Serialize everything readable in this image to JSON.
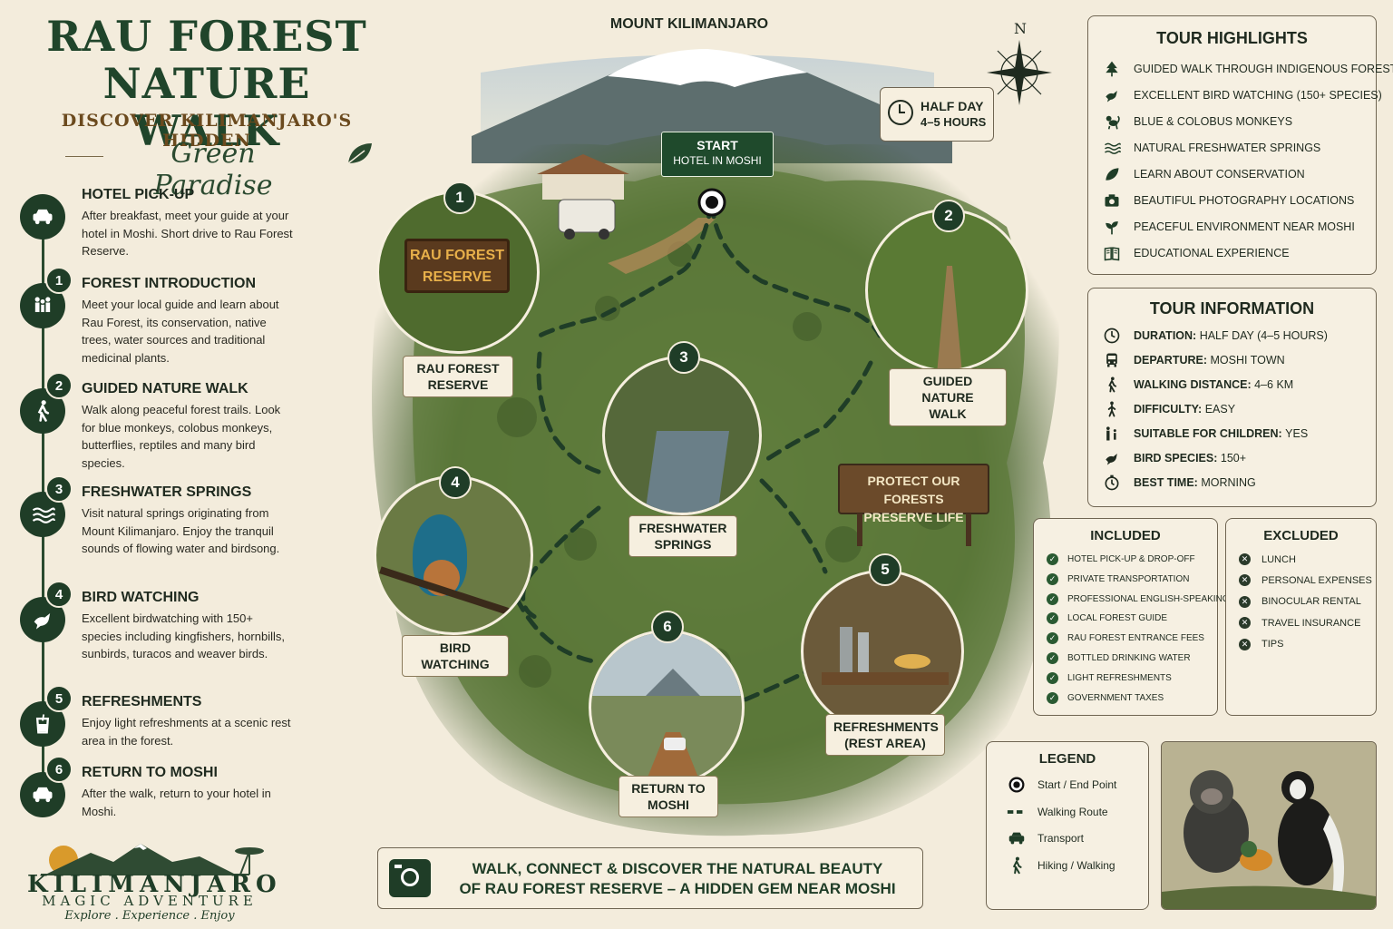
{
  "header": {
    "title_line1": "RAU FOREST",
    "title_line2": "NATURE WALK",
    "subtitle": "DISCOVER KILIMANJARO'S HIDDEN",
    "tagline": "Green Paradise"
  },
  "steps": [
    {
      "num": "",
      "title": "HOTEL PICK-UP",
      "desc": "After breakfast, meet your guide at your hotel in Moshi. Short drive to Rau Forest Reserve.",
      "icon": "car-icon"
    },
    {
      "num": "1",
      "title": "FOREST INTRODUCTION",
      "desc": "Meet your local guide and learn about Rau Forest, its conservation, native trees, water sources and traditional medicinal plants.",
      "icon": "people-icon"
    },
    {
      "num": "2",
      "title": "GUIDED NATURE WALK",
      "desc": "Walk along peaceful forest trails. Look for blue monkeys, colobus monkeys, butterflies, reptiles and many bird species.",
      "icon": "hiker-icon"
    },
    {
      "num": "3",
      "title": "FRESHWATER SPRINGS",
      "desc": "Visit natural springs originating from Mount Kilimanjaro. Enjoy the tranquil sounds of flowing water and birdsong.",
      "icon": "water-icon"
    },
    {
      "num": "4",
      "title": "BIRD WATCHING",
      "desc": "Excellent birdwatching with 150+ species including kingfishers, hornbills, sunbirds, turacos and weaver birds.",
      "icon": "bird-icon"
    },
    {
      "num": "5",
      "title": "REFRESHMENTS",
      "desc": "Enjoy light refreshments at a scenic rest area in the forest.",
      "icon": "cup-icon"
    },
    {
      "num": "6",
      "title": "RETURN TO MOSHI",
      "desc": "After the walk, return to your hotel in Moshi.",
      "icon": "car-icon"
    }
  ],
  "brand": {
    "name": "KILIMANJARO",
    "sub": "MAGIC ADVENTURE",
    "motto": "Explore . Experience . Enjoy"
  },
  "map": {
    "mountain_label": "MOUNT KILIMANJARO",
    "start_label": "START",
    "start_sub": "HOTEL IN MOSHI",
    "duration_badge_1": "HALF DAY",
    "duration_badge_2": "4–5 HOURS",
    "compass": "N",
    "sign_line1": "PROTECT OUR FORESTS",
    "sign_line2": "PRESERVE LIFE",
    "sign_reserve_1": "RAU FOREST",
    "sign_reserve_2": "RESERVE",
    "stops": [
      {
        "num": "1",
        "label1": "RAU FOREST",
        "label2": "RESERVE"
      },
      {
        "num": "2",
        "label1": "GUIDED NATURE",
        "label2": "WALK"
      },
      {
        "num": "3",
        "label1": "FRESHWATER",
        "label2": "SPRINGS"
      },
      {
        "num": "4",
        "label1": "BIRD",
        "label2": "WATCHING"
      },
      {
        "num": "5",
        "label1": "REFRESHMENTS",
        "label2": "(REST AREA)"
      },
      {
        "num": "6",
        "label1": "RETURN TO",
        "label2": "MOSHI"
      }
    ]
  },
  "banner": {
    "line1": "WALK, CONNECT & DISCOVER THE NATURAL BEAUTY",
    "line2": "OF RAU FOREST RESERVE – A HIDDEN GEM NEAR MOSHI"
  },
  "highlights": {
    "title": "TOUR HIGHLIGHTS",
    "items": [
      {
        "text": "GUIDED WALK THROUGH INDIGENOUS FOREST",
        "icon": "tree-icon"
      },
      {
        "text": "EXCELLENT BIRD WATCHING (150+ SPECIES)",
        "icon": "bird-icon"
      },
      {
        "text": "BLUE & COLOBUS MONKEYS",
        "icon": "monkey-icon"
      },
      {
        "text": "NATURAL FRESHWATER SPRINGS",
        "icon": "water-icon"
      },
      {
        "text": "LEARN ABOUT CONSERVATION",
        "icon": "leaf-icon"
      },
      {
        "text": "BEAUTIFUL PHOTOGRAPHY LOCATIONS",
        "icon": "camera-icon"
      },
      {
        "text": "PEACEFUL ENVIRONMENT NEAR MOSHI",
        "icon": "plant-icon"
      },
      {
        "text": "EDUCATIONAL EXPERIENCE",
        "icon": "book-icon"
      }
    ]
  },
  "info": {
    "title": "TOUR INFORMATION",
    "items": [
      {
        "label": "DURATION:",
        "value": "HALF DAY (4–5 HOURS)",
        "icon": "clock-icon"
      },
      {
        "label": "DEPARTURE:",
        "value": "MOSHI TOWN",
        "icon": "bus-icon"
      },
      {
        "label": "WALKING DISTANCE:",
        "value": "4–6 KM",
        "icon": "hiker-icon"
      },
      {
        "label": "DIFFICULTY:",
        "value": "EASY",
        "icon": "walker-icon"
      },
      {
        "label": "SUITABLE FOR CHILDREN:",
        "value": "YES",
        "icon": "family-icon"
      },
      {
        "label": "BIRD SPECIES:",
        "value": "150+",
        "icon": "bird-icon"
      },
      {
        "label": "BEST TIME:",
        "value": "MORNING",
        "icon": "stopwatch-icon"
      }
    ]
  },
  "included": {
    "title": "INCLUDED",
    "items": [
      "HOTEL PICK-UP & DROP-OFF",
      "PRIVATE TRANSPORTATION",
      "PROFESSIONAL ENGLISH-SPEAKING GUIDE",
      "LOCAL FOREST GUIDE",
      "RAU FOREST ENTRANCE FEES",
      "BOTTLED DRINKING WATER",
      "LIGHT REFRESHMENTS",
      "GOVERNMENT TAXES"
    ]
  },
  "excluded": {
    "title": "EXCLUDED",
    "items": [
      "LUNCH",
      "PERSONAL EXPENSES",
      "BINOCULAR RENTAL",
      "TRAVEL INSURANCE",
      "TIPS"
    ]
  },
  "legend": {
    "title": "LEGEND",
    "items": [
      {
        "text": "Start / End Point",
        "icon": "point-icon"
      },
      {
        "text": "Walking Route",
        "icon": "dashed-line-icon"
      },
      {
        "text": "Transport",
        "icon": "car-icon"
      },
      {
        "text": "Hiking / Walking",
        "icon": "hiker-icon"
      }
    ]
  },
  "colors": {
    "dark_green": "#1f3d27",
    "cream": "#f3ecdc",
    "forest": "#4f6b34",
    "brown": "#6b4a1e"
  }
}
